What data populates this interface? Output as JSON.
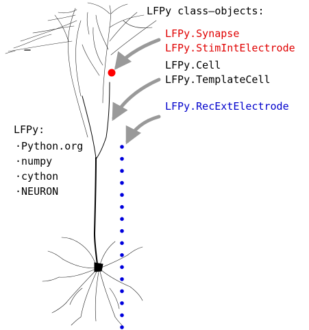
{
  "header": {
    "title": "LFPy class—objects:"
  },
  "labels": {
    "synapse": "LFPy.Synapse",
    "stim": "LFPy.StimIntElectrode",
    "cell": "LFPy.Cell",
    "template_cell": "LFPy.TemplateCell",
    "rec_ext": "LFPy.RecExtElectrode"
  },
  "dependencies": {
    "title": "LFPy:",
    "items": [
      "·Python.org",
      "·numpy",
      "·cython",
      "·NEURON"
    ]
  },
  "colors": {
    "synapse_label": "#e00000",
    "stim_label": "#e00000",
    "synapse_marker": "#ff0000",
    "cell_label": "#000000",
    "electrode_label": "#0000cc",
    "electrode_dots": "#0000dd",
    "arrows": "#999999",
    "neuron": "#000000",
    "text": "#000000"
  },
  "electrode": {
    "contact_count": 16
  }
}
